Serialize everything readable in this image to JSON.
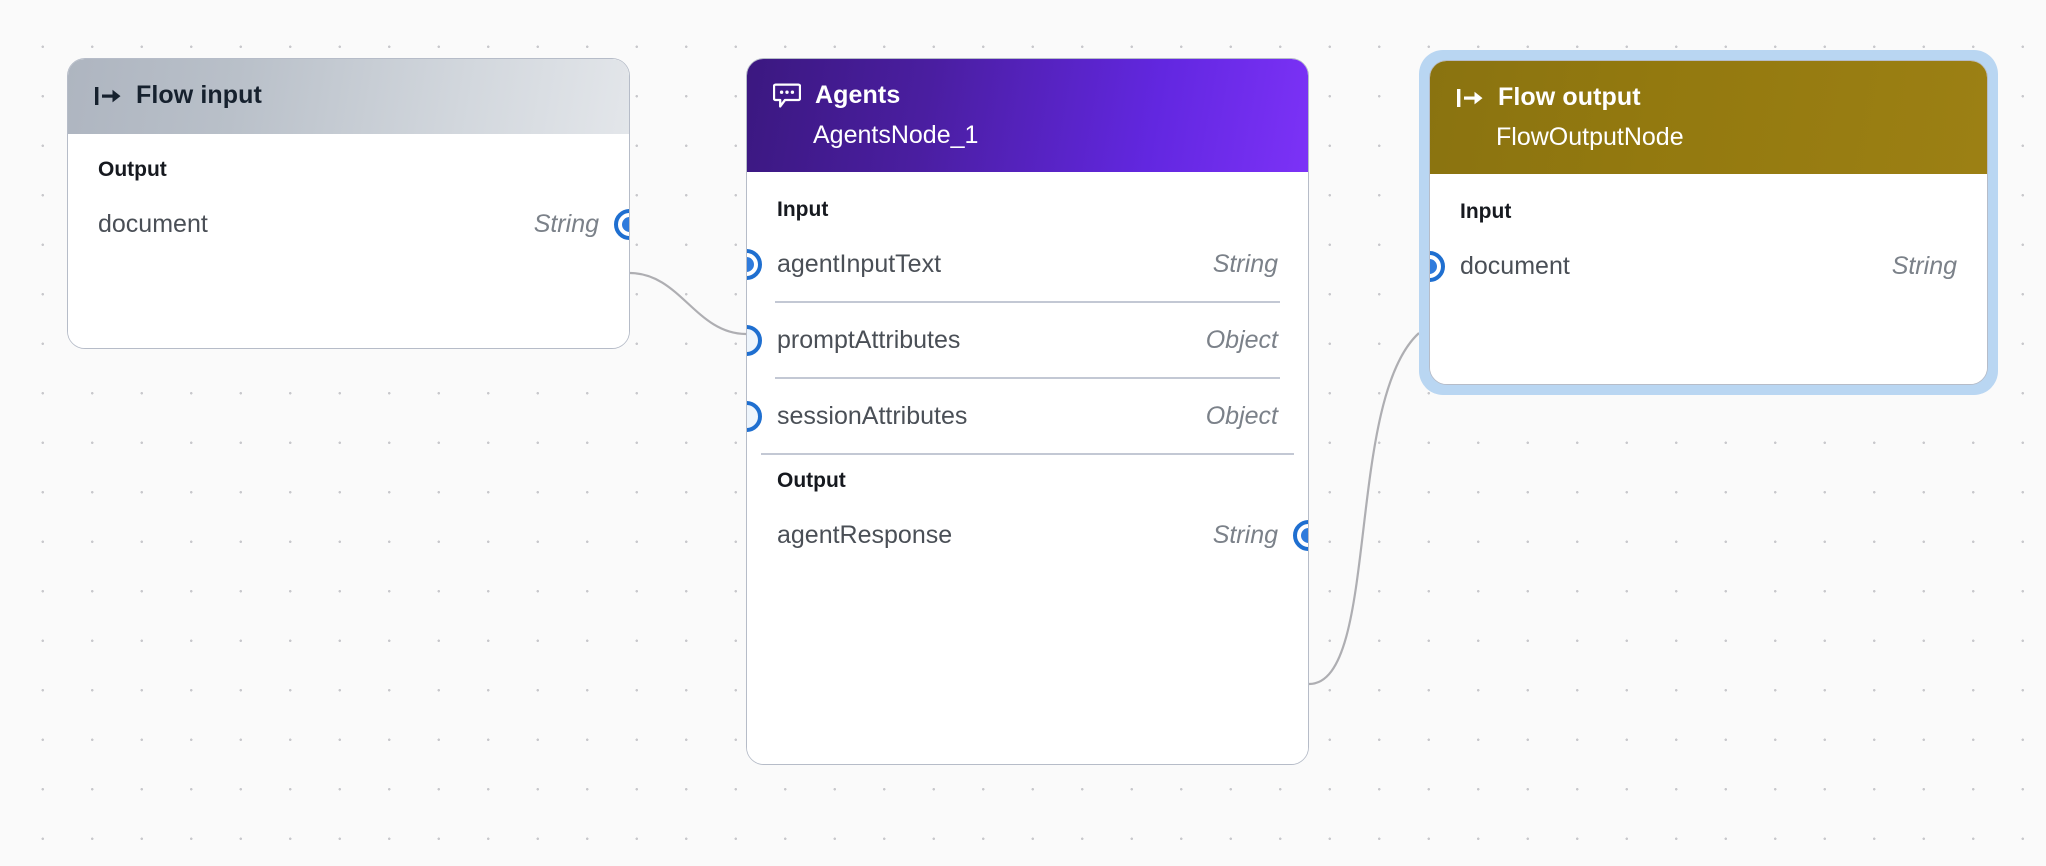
{
  "canvas": {
    "background_color": "#fafafa",
    "grid_dot_color": "#c8c8cc"
  },
  "nodes": [
    {
      "id": "flow-input",
      "icon": "flow-input-arrow-icon",
      "title": "Flow input",
      "subtitle": "",
      "header_gradient_from": "#aeb5c0",
      "header_gradient_to": "#e3e6ea",
      "sections": [
        {
          "label": "Output",
          "ports": [
            {
              "name": "document",
              "type": "String",
              "side": "right",
              "connected": true
            }
          ]
        }
      ]
    },
    {
      "id": "agents",
      "icon": "speech-bubble-dots-icon",
      "title": "Agents",
      "subtitle": "AgentsNode_1",
      "header_gradient_from": "#3b1880",
      "header_gradient_to": "#7c32f7",
      "sections": [
        {
          "label": "Input",
          "ports": [
            {
              "name": "agentInputText",
              "type": "String",
              "side": "left",
              "connected": true
            },
            {
              "name": "promptAttributes",
              "type": "Object",
              "side": "left",
              "connected": false
            },
            {
              "name": "sessionAttributes",
              "type": "Object",
              "side": "left",
              "connected": false
            }
          ]
        },
        {
          "label": "Output",
          "ports": [
            {
              "name": "agentResponse",
              "type": "String",
              "side": "right",
              "connected": true
            }
          ]
        }
      ]
    },
    {
      "id": "flow-output",
      "icon": "flow-input-arrow-icon",
      "title": "Flow output",
      "subtitle": "FlowOutputNode",
      "header_gradient_from": "#8a7310",
      "header_gradient_to": "#9c8014",
      "selected": true,
      "selection_ring_color": "#b9d6f2",
      "sections": [
        {
          "label": "Input",
          "ports": [
            {
              "name": "document",
              "type": "String",
              "side": "left",
              "connected": true
            }
          ]
        }
      ]
    }
  ],
  "edges": [
    {
      "from": "flow-input.document",
      "to": "agents.agentInputText",
      "color": "#aeaeb2"
    },
    {
      "from": "agents.agentResponse",
      "to": "flow-output.document",
      "color": "#aeaeb2"
    }
  ],
  "colors": {
    "port_ring": "#1f6fd0",
    "port_fill": "#2f7bdc",
    "port_hollow_fill": "#eef5fc",
    "node_border": "#b6bcc8",
    "divider": "#c3c8d4",
    "type_text": "#7b8189",
    "name_text": "#4a4f56",
    "label_text": "#16191f"
  }
}
